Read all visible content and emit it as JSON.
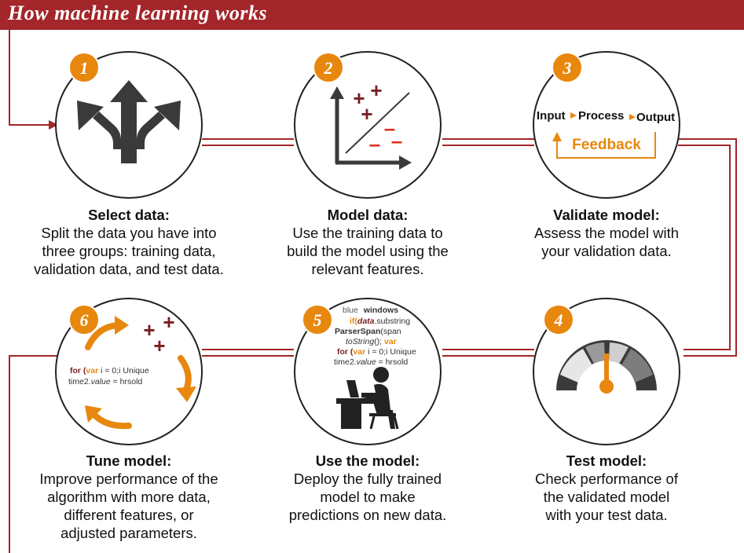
{
  "title": "How machine learning works",
  "colors": {
    "brand_red": "#a3262a",
    "orange": "#e8870e",
    "dark_gray": "#3a3a3a",
    "maroon": "#7a1e22"
  },
  "steps": [
    {
      "number": "1",
      "heading": "Select data:",
      "body_lines": [
        "Split the data you have into",
        "three groups: training data,",
        "validation data, and test data."
      ],
      "icon": "fork-arrows-icon"
    },
    {
      "number": "2",
      "heading": "Model data:",
      "body_lines": [
        "Use the training data to",
        "build the model using the",
        "relevant features."
      ],
      "icon": "scatter-plot-icon",
      "plot_marks": {
        "plus": "+",
        "minus": "–"
      }
    },
    {
      "number": "3",
      "heading": "Validate model:",
      "body_lines": [
        "Assess the model with",
        "your validation data."
      ],
      "icon": "feedback-loop-icon",
      "flow": {
        "input": "Input",
        "process": "Process",
        "output": "Output",
        "feedback": "Feedback"
      }
    },
    {
      "number": "4",
      "heading": "Test model:",
      "body_lines": [
        "Check performance of",
        "the validated model",
        "with your test data."
      ],
      "icon": "gauge-icon"
    },
    {
      "number": "5",
      "heading": "Use the model:",
      "body_lines": [
        "Deploy the fully trained",
        "model to make",
        "predictions on new data."
      ],
      "icon": "person-at-computer-icon",
      "code": {
        "l1a": "blue",
        "l1b": "windows",
        "l2a": "if(",
        "l2b": "data",
        "l2c": ".substring",
        "l3a": "ParserSpan",
        "l3b": "(span",
        "l4a": "toString",
        "l4b": "(); ",
        "l4c": "var",
        "l5a": "for (",
        "l5b": "var",
        "l5c": " i = 0;i Unique",
        "l6a": "time2.",
        "l6b": "value",
        "l6c": " = hrsold"
      }
    },
    {
      "number": "6",
      "heading": "Tune model:",
      "body_lines": [
        "Improve performance of the",
        "algorithm with more data,",
        "different features, or",
        "adjusted parameters."
      ],
      "icon": "cycle-arrows-icon",
      "plot_marks": {
        "plus": "+"
      },
      "code": {
        "l1a": "for (",
        "l1b": "var",
        "l1c": " i = 0;i Unique",
        "l2a": "time2.",
        "l2b": "value",
        "l2c": " = hrsold"
      }
    }
  ]
}
